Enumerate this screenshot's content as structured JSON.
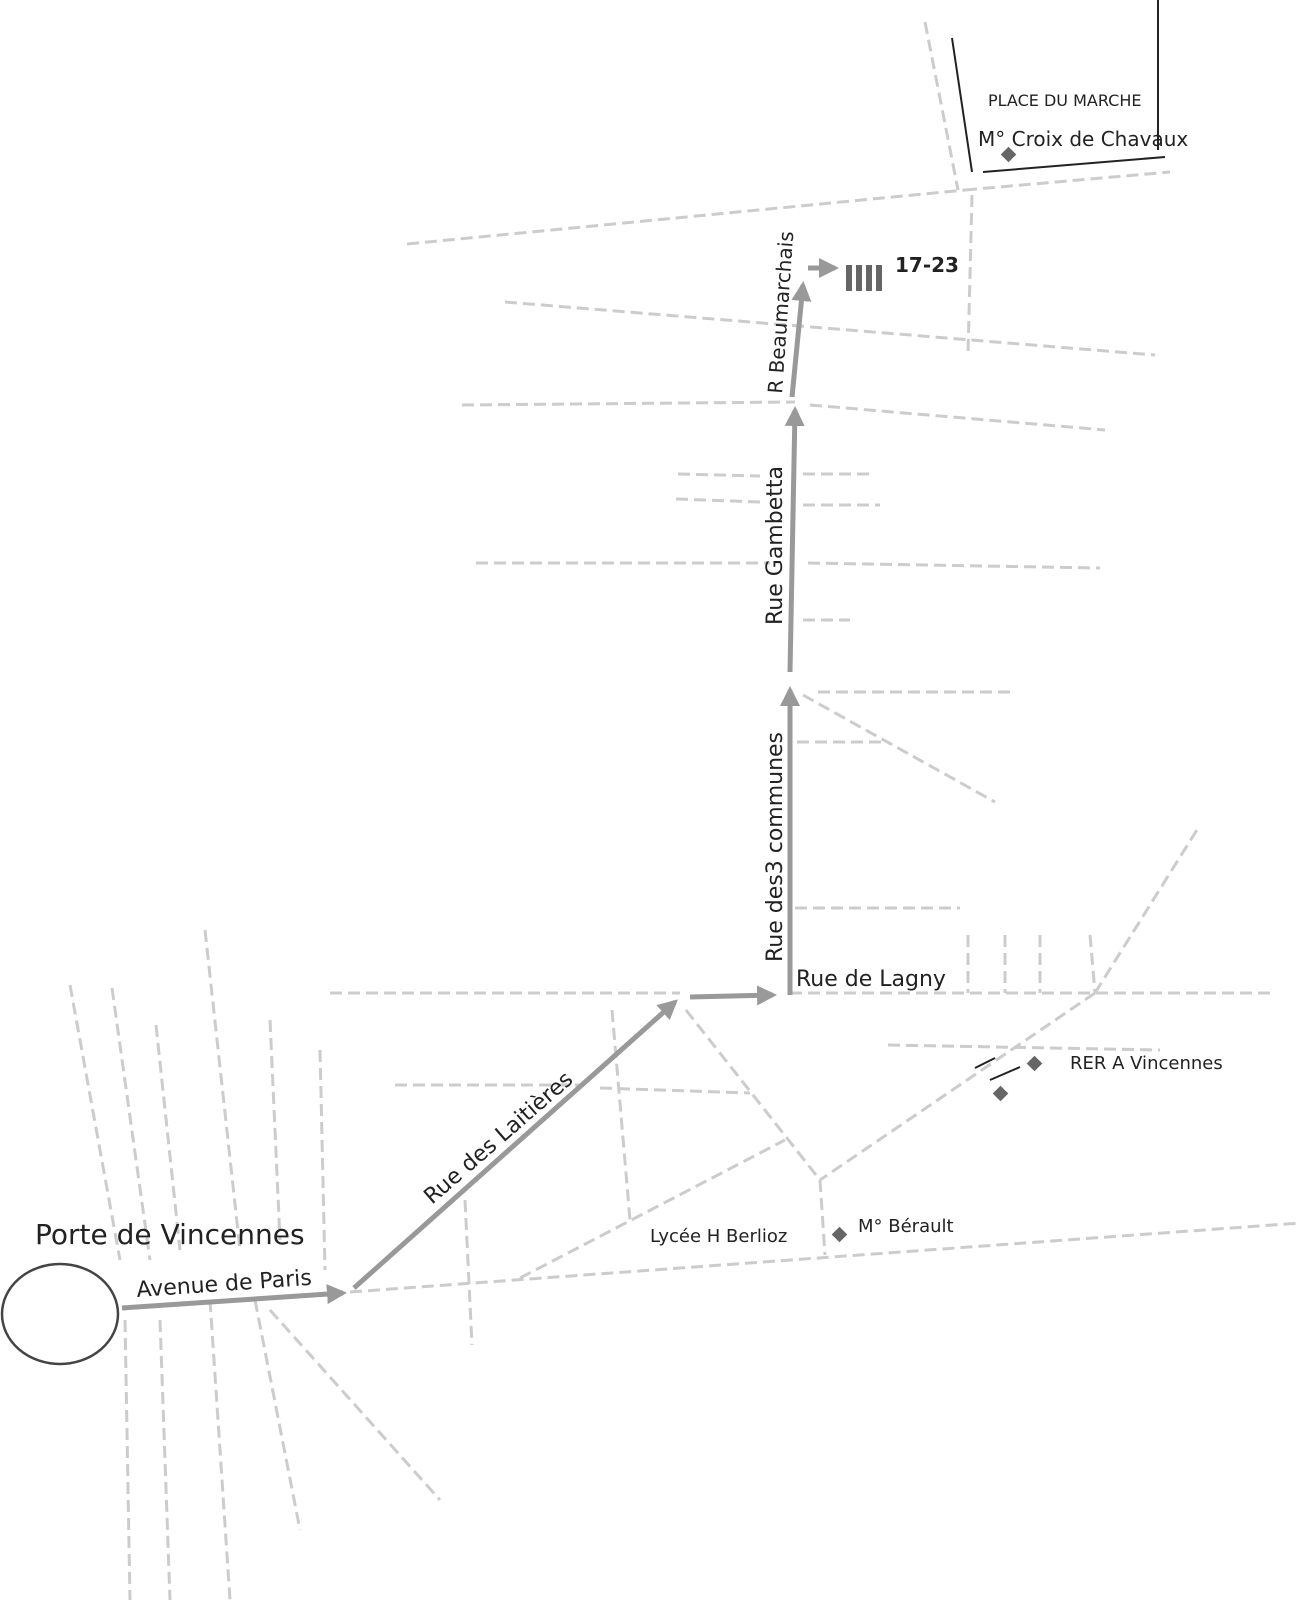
{
  "map": {
    "start": {
      "name": "Porte de Vincennes"
    },
    "route": {
      "avenue_paris": "Avenue de Paris",
      "rue_laitieres": "Rue des Laitières",
      "rue_trois_communes": "Rue des3 communes",
      "rue_gambetta": "Rue Gambetta",
      "rue_beaumarchais": "R  Beaumarchais"
    },
    "labels": {
      "rue_lagny": "Rue de Lagny",
      "place_marche": "PLACE DU MARCHE",
      "metro_croix": "M° Croix de Chavaux",
      "rer_vincennes": "RER A  Vincennes",
      "lycee": "Lycée H Berlioz",
      "metro_berault": "M° Bérault"
    },
    "destination": {
      "number": "17-23"
    },
    "colors": {
      "route": "#999999",
      "street": "#cccccc",
      "text": "#222222",
      "marker": "#666666"
    }
  }
}
